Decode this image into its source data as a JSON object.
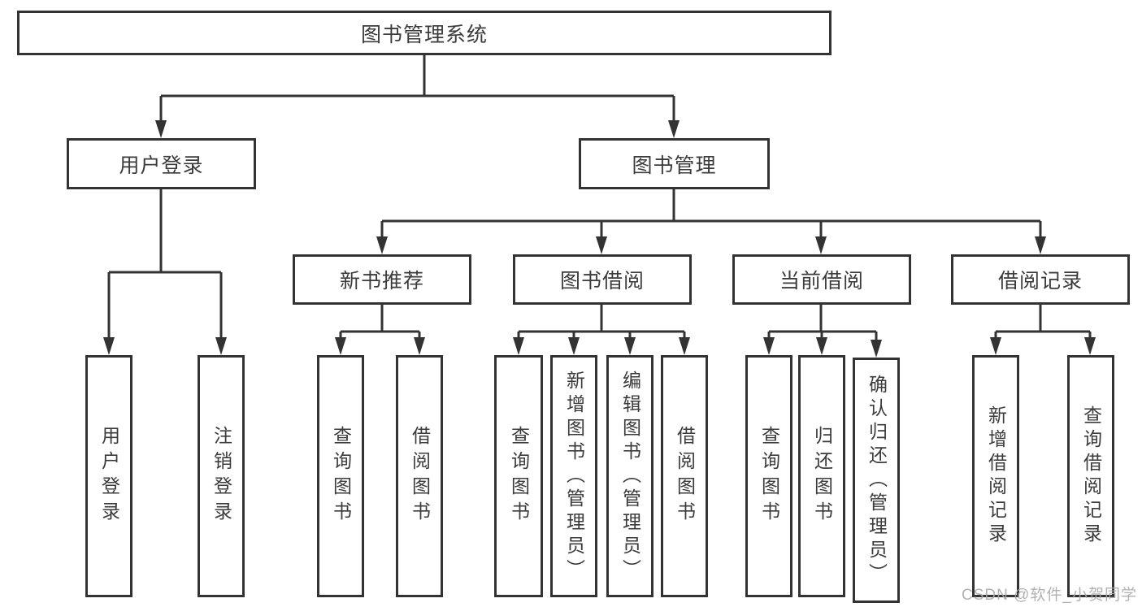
{
  "nodes": {
    "root": {
      "label": "图书管理系统"
    },
    "user_login": {
      "label": "用户登录"
    },
    "book_mgmt": {
      "label": "图书管理"
    },
    "new_book_rec": {
      "label": "新书推荐"
    },
    "book_borrow": {
      "label": "图书借阅"
    },
    "current_borrow": {
      "label": "当前借阅"
    },
    "borrow_record": {
      "label": "借阅记录"
    },
    "user_login_leaf": {
      "label": "用户登录"
    },
    "logout_leaf": {
      "label": "注销登录"
    },
    "query_book_1": {
      "label": "查询图书"
    },
    "borrow_book_1": {
      "label": "借阅图书"
    },
    "query_book_2": {
      "label": "查询图书"
    },
    "add_book": {
      "label": "新增图书（管理员）"
    },
    "edit_book": {
      "label": "编辑图书（管理员）"
    },
    "borrow_book_2": {
      "label": "借阅图书"
    },
    "query_book_3": {
      "label": "查询图书"
    },
    "return_book": {
      "label": "归还图书"
    },
    "confirm_return": {
      "label": "确认归还（管理员）"
    },
    "add_record": {
      "label": "新增借阅记录"
    },
    "query_record": {
      "label": "查询借阅记录"
    }
  },
  "hierarchy": [
    {
      "parent": "图书管理系统",
      "children": [
        "用户登录",
        "图书管理"
      ]
    },
    {
      "parent": "用户登录",
      "children": [
        "用户登录",
        "注销登录"
      ]
    },
    {
      "parent": "图书管理",
      "children": [
        "新书推荐",
        "图书借阅",
        "当前借阅",
        "借阅记录"
      ]
    },
    {
      "parent": "新书推荐",
      "children": [
        "查询图书",
        "借阅图书"
      ]
    },
    {
      "parent": "图书借阅",
      "children": [
        "查询图书",
        "新增图书（管理员）",
        "编辑图书（管理员）",
        "借阅图书"
      ]
    },
    {
      "parent": "当前借阅",
      "children": [
        "查询图书",
        "归还图书",
        "确认归还（管理员）"
      ]
    },
    {
      "parent": "借阅记录",
      "children": [
        "新增借阅记录",
        "查询借阅记录"
      ]
    }
  ],
  "watermark": {
    "text": "CSDN @软件_小贺同学",
    "color": "#aaaaaa"
  },
  "colors": {
    "line": "#333333",
    "box_border": "#333333",
    "box_background": "#ffffff",
    "text": "#3b3b3b",
    "page_background": "#ffffff"
  }
}
